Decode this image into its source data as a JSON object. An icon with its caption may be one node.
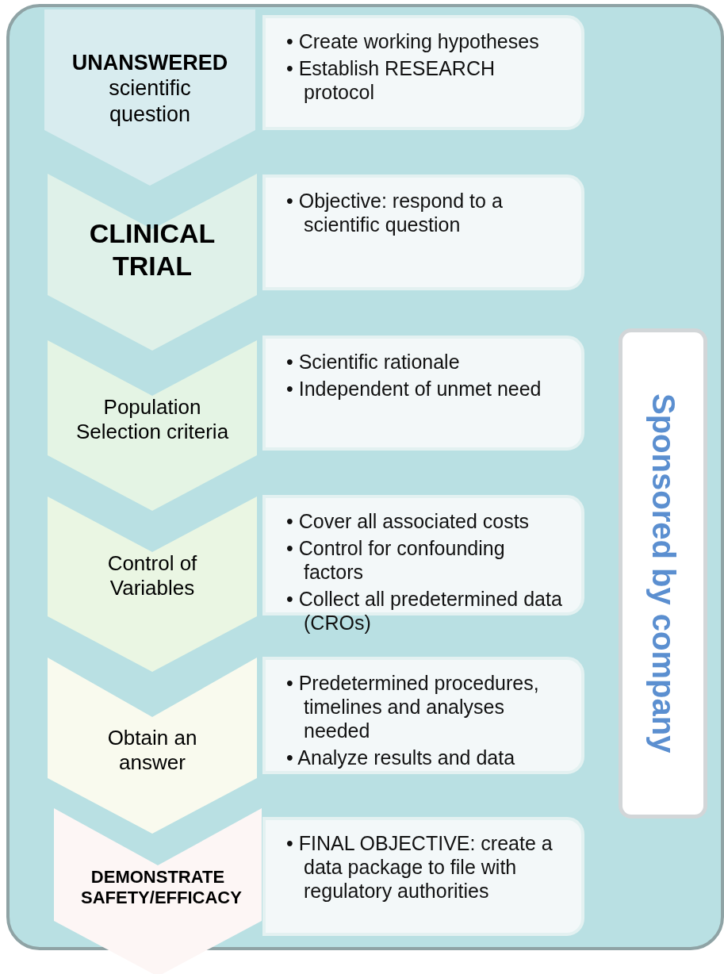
{
  "diagram": {
    "nodes": [
      {
        "text": [],
        "shape": "box"
      },
      {
        "text": [
          "**UNANSWERED** scientific question"
        ],
        "in": 0
      },
      {
        "text": [
          "• Create working hypotheses",
          "• Establish RESEARCH protocol"
        ],
        "in": 0
      },
      {
        "text": [
          "CLINICAL TRIAL"
        ],
        "in": 0
      },
      {
        "text": [
          "• Objective: respond to a scientific question"
        ],
        "in": 0
      },
      {
        "text": [
          "Population Selection criteria"
        ],
        "in": 0
      },
      {
        "text": [
          "• Scientific rationale",
          "• Independent of unmet need"
        ],
        "in": 0
      },
      {
        "text": [
          "Control of Variables"
        ],
        "in": 0
      },
      {
        "text": [
          "• Cover all associated costs",
          "• Control for confounding factors",
          "• Collect all predetermined data (CROs)"
        ],
        "in": 0
      },
      {
        "text": [
          "Obtain an answer"
        ],
        "in": 0
      },
      {
        "text": [
          "• Predetermined procedures, timelines and analyses needed",
          "• Analyze results and data"
        ],
        "in": 0
      },
      {
        "text": [
          "DEMONSTRATE SAFETY/EFFICACY"
        ],
        "in": 0
      },
      {
        "text": [
          "• FINAL OBJECTIVE: create a data package to file with regulatory authorities"
        ],
        "in": 0
      },
      {
        "text": [
          "Sponsored by company"
        ],
        "in": 0
      }
    ]
  }
}
